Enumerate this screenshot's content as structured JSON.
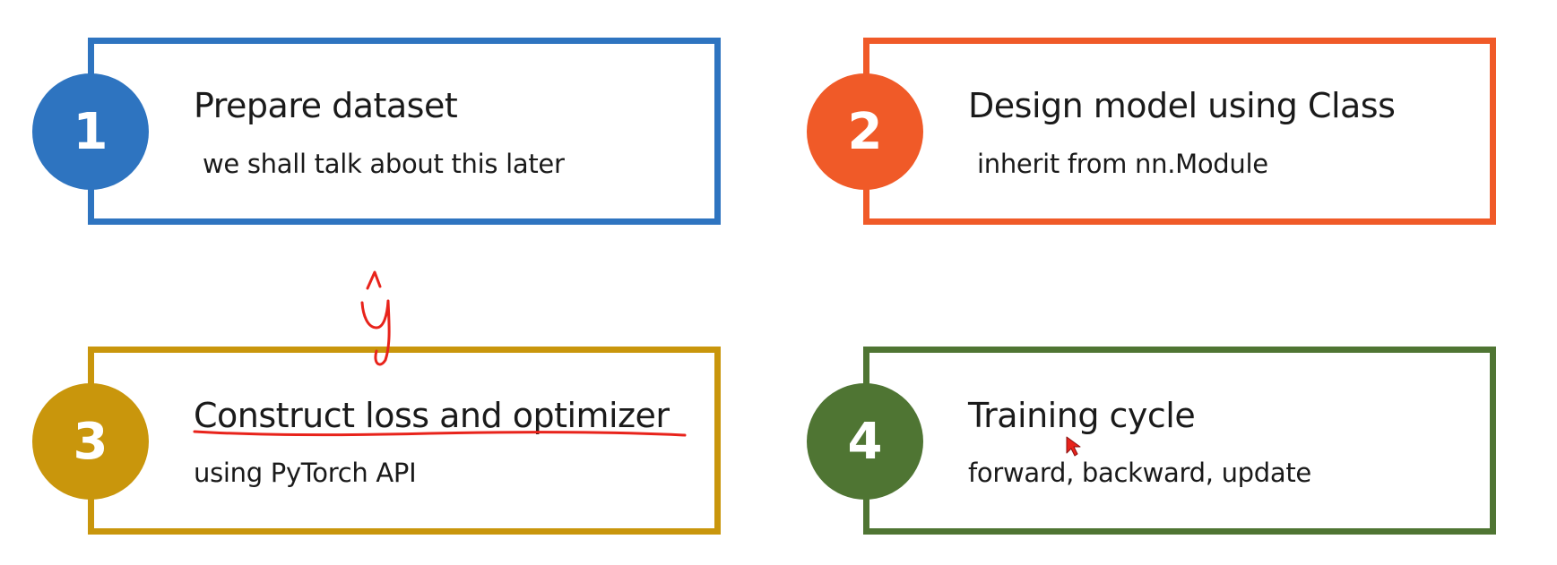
{
  "colors": {
    "step1": "#2e74c0",
    "step2": "#f05a28",
    "step3": "#c9960c",
    "step4": "#4f7533",
    "annotation": "#e8231b"
  },
  "steps": [
    {
      "number": "1",
      "title": "Prepare dataset",
      "subtitle": "we shall talk about this later"
    },
    {
      "number": "2",
      "title": "Design model using Class",
      "subtitle": "inherit from nn.Module"
    },
    {
      "number": "3",
      "title": "Construct loss and optimizer",
      "subtitle": "using PyTorch API"
    },
    {
      "number": "4",
      "title": "Training cycle",
      "subtitle": "forward, backward, update"
    }
  ]
}
